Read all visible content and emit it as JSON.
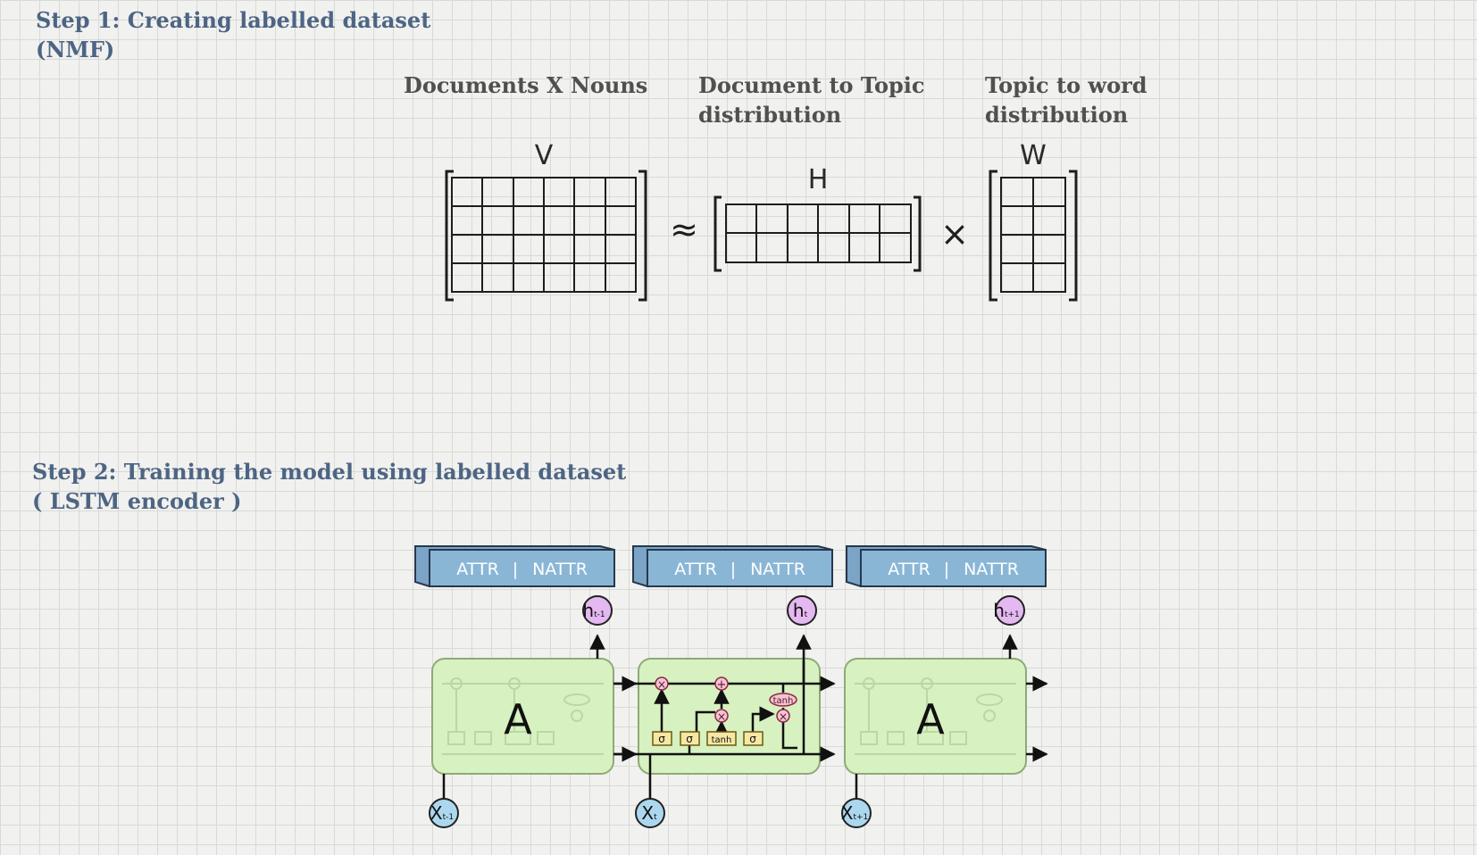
{
  "step1": {
    "title_line1": "Step 1: Creating labelled dataset",
    "title_line2": "(NMF)"
  },
  "nmf": {
    "label_v": "Documents X  Nouns",
    "label_h_line1": "Document to Topic",
    "label_h_line2": "distribution",
    "label_w_line1": "Topic to word",
    "label_w_line2": "distribution",
    "matrix_v": "V",
    "matrix_h": "H",
    "matrix_w": "W",
    "approx_symbol": "≈",
    "times_symbol": "×"
  },
  "step2": {
    "title_line1": "Step 2: Training the model using labelled dataset",
    "title_line2": "( LSTM encoder )"
  },
  "lstm": {
    "output_boxes": [
      {
        "left": "ATTR",
        "sep": "|",
        "right": "NATTR"
      },
      {
        "left": "ATTR",
        "sep": "|",
        "right": "NATTR"
      },
      {
        "left": "ATTR",
        "sep": "|",
        "right": "NATTR"
      }
    ],
    "cells": [
      {
        "label": "A",
        "input": "X",
        "input_sub": "t-1",
        "output": "h",
        "output_sub": "t-1"
      },
      {
        "label": "",
        "input": "X",
        "input_sub": "t",
        "output": "h",
        "output_sub": "t"
      },
      {
        "label": "A",
        "input": "X",
        "input_sub": "t+1",
        "output": "h",
        "output_sub": "t+1"
      }
    ],
    "gates": {
      "sigma": "σ",
      "tanh": "tanh",
      "mult": "×",
      "plus": "+"
    }
  },
  "colors": {
    "heading": "#4d6584",
    "label": "#505050",
    "cell_fill": "#d7f1c0",
    "cell_stroke": "#8eaa78",
    "input_fill": "#acd8ef",
    "output_fill": "#e4b8f0",
    "box_fill": "#8ab6d6",
    "gate_fill": "#f7e7a4"
  }
}
